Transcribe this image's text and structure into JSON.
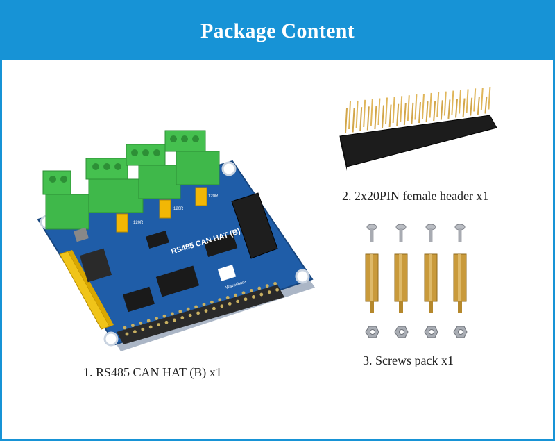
{
  "page": {
    "title": "Package Content"
  },
  "items": [
    {
      "label": "1. RS485 CAN HAT (B) x1"
    },
    {
      "label": "2. 2x20PIN female header x1"
    },
    {
      "label": "3. Screws pack x1"
    }
  ],
  "board": {
    "silkscreen_title": "RS485 CAN HAT (B)",
    "brand": "Waveshare",
    "resistor_labels": [
      "120R",
      "120R",
      "120R"
    ]
  },
  "colors": {
    "accent": "#1793d6",
    "pcb": "#1f5da8",
    "terminal": "#3fb84a",
    "jumper": "#f2b705",
    "brass": "#c99a3b"
  }
}
